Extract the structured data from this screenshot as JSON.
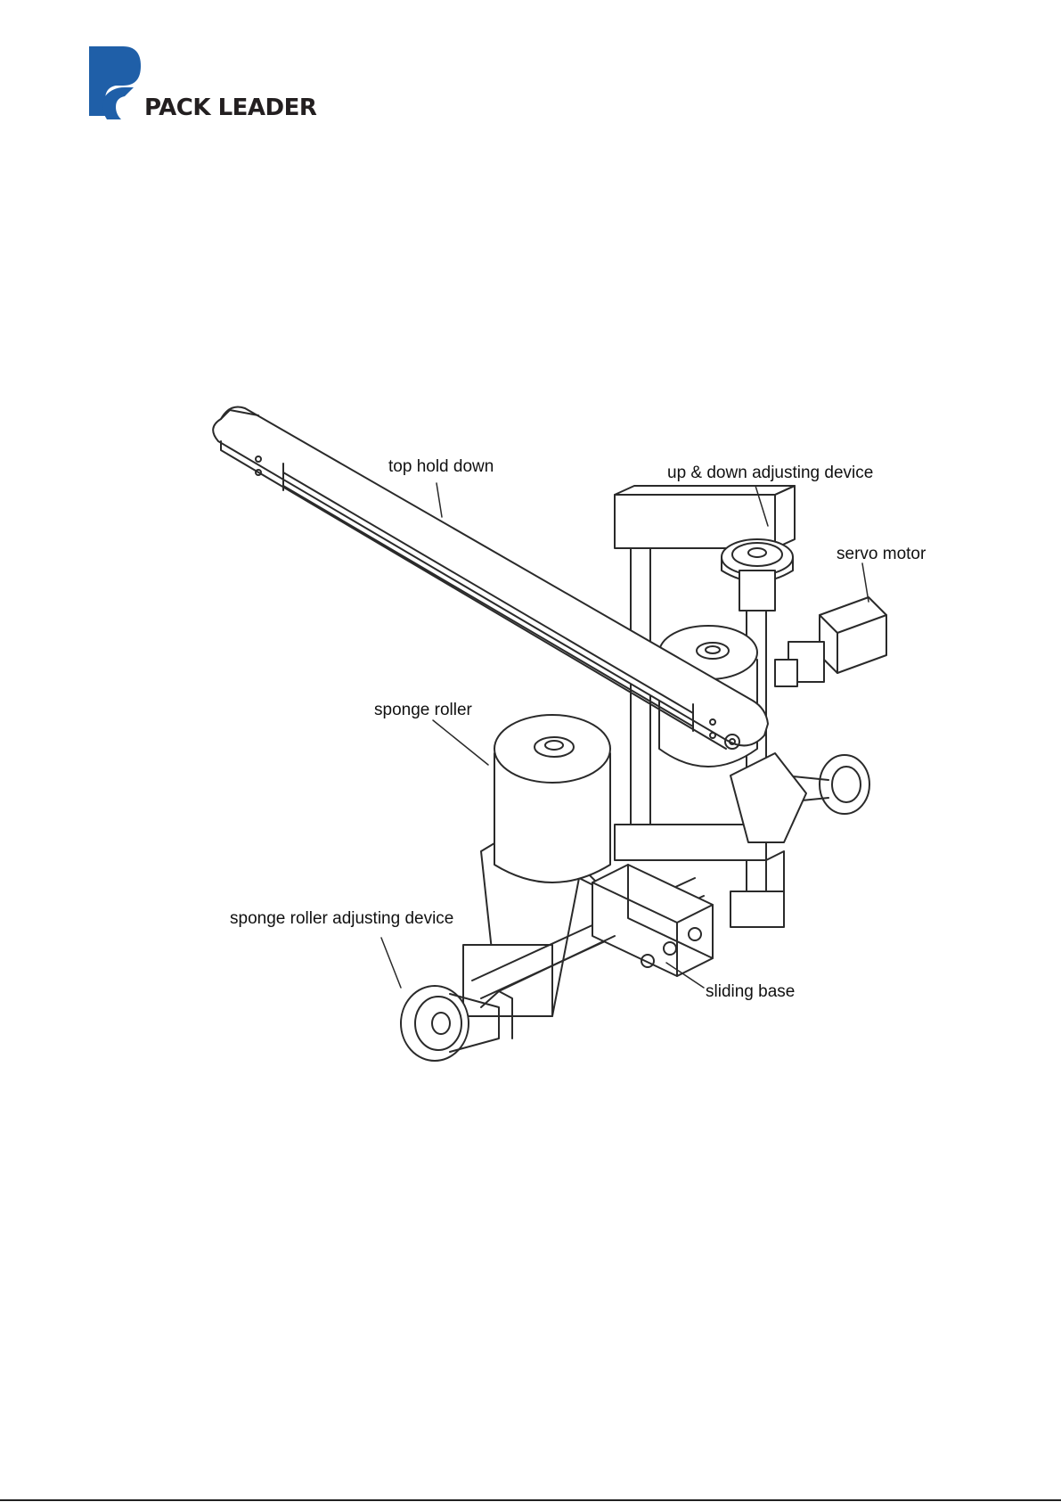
{
  "brand": {
    "name": "PACK LEADER",
    "color": "#1f5fa8"
  },
  "callouts": {
    "top_hold_down": "top hold down",
    "up_down_adjusting_device": "up & down adjusting device",
    "servo_motor": "servo motor",
    "sponge_roller": "sponge roller",
    "sponge_roller_adjusting_device": "sponge roller adjusting device",
    "sliding_base": "sliding base"
  }
}
